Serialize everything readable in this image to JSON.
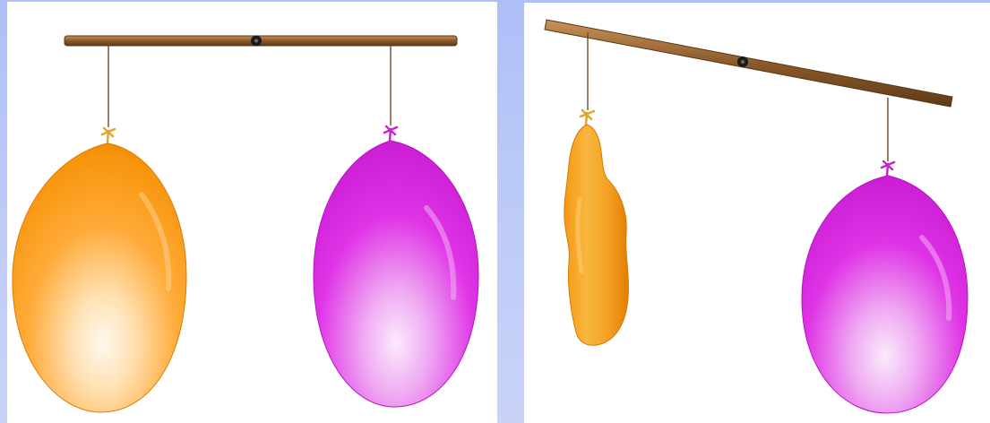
{
  "scene": {
    "background_color": "#b6c5f7",
    "panels": [
      {
        "state": "balanced",
        "rod_color": "#8a5a2b",
        "balloons": [
          {
            "side": "left",
            "color": "#ff9a12",
            "inflated": true
          },
          {
            "side": "right",
            "color": "#e22ee6",
            "inflated": true
          }
        ]
      },
      {
        "state": "tilted",
        "rod_color": "#8a5a2b",
        "balloons": [
          {
            "side": "left",
            "color": "#f5a420",
            "inflated": false
          },
          {
            "side": "right",
            "color": "#e22ee6",
            "inflated": true
          }
        ]
      }
    ]
  }
}
